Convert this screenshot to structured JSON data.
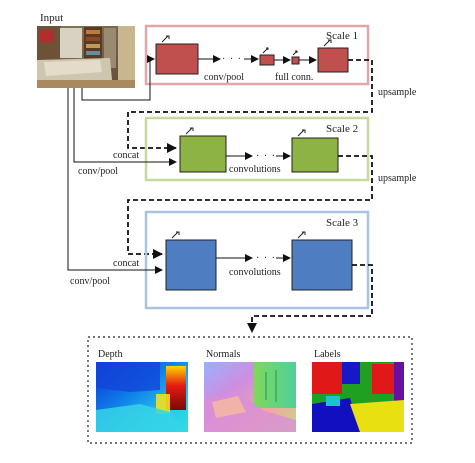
{
  "input": {
    "label": "Input"
  },
  "scales": [
    {
      "title": "Scale 1",
      "stroke": "#e3a7a8",
      "block_color": "#c0504d",
      "labels": [
        "conv/pool",
        "full conn."
      ],
      "ellipsis": "· · ·"
    },
    {
      "title": "Scale 2",
      "stroke": "#c6da9c",
      "block_color": "#8db342",
      "labels": [
        "convolutions"
      ],
      "ellipsis": "· · ·"
    },
    {
      "title": "Scale 3",
      "stroke": "#a9c4e0",
      "block_color": "#4f7dc2",
      "labels": [
        "convolutions"
      ],
      "ellipsis": "· · ·"
    }
  ],
  "side_labels": {
    "upsample_1": "upsample",
    "upsample_2": "upsample",
    "concat_2": "concat",
    "convpool_2": "conv/pool",
    "concat_3": "concat",
    "convpool_3": "conv/pool"
  },
  "outputs": [
    {
      "label": "Depth"
    },
    {
      "label": "Normals"
    },
    {
      "label": "Labels"
    }
  ]
}
